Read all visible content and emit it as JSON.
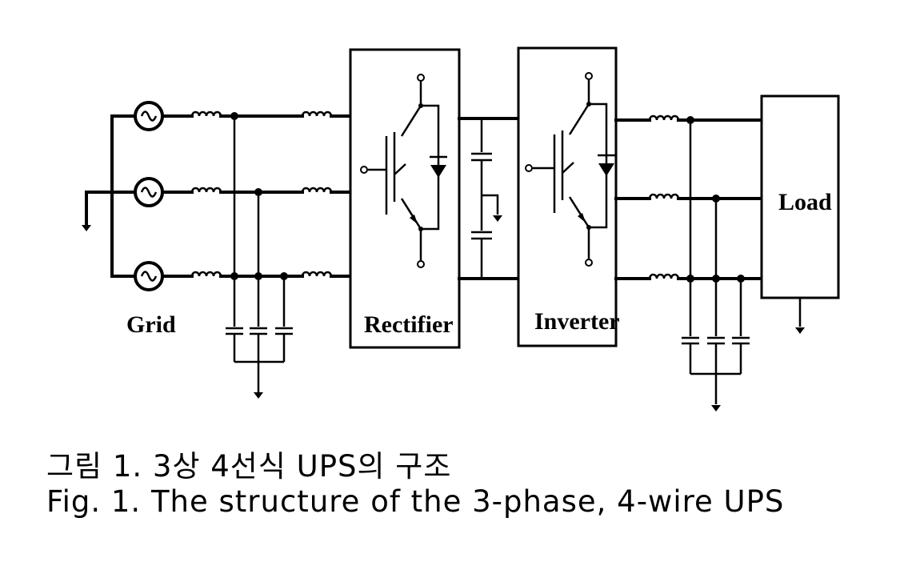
{
  "labels": {
    "grid": "Grid",
    "rectifier": "Rectifier",
    "inverter": "Inverter",
    "load": "Load"
  },
  "caption": {
    "korean": "그림 1. 3상 4선식 UPS의 구조",
    "english": "Fig. 1. The structure of the 3-phase, 4-wire UPS"
  }
}
